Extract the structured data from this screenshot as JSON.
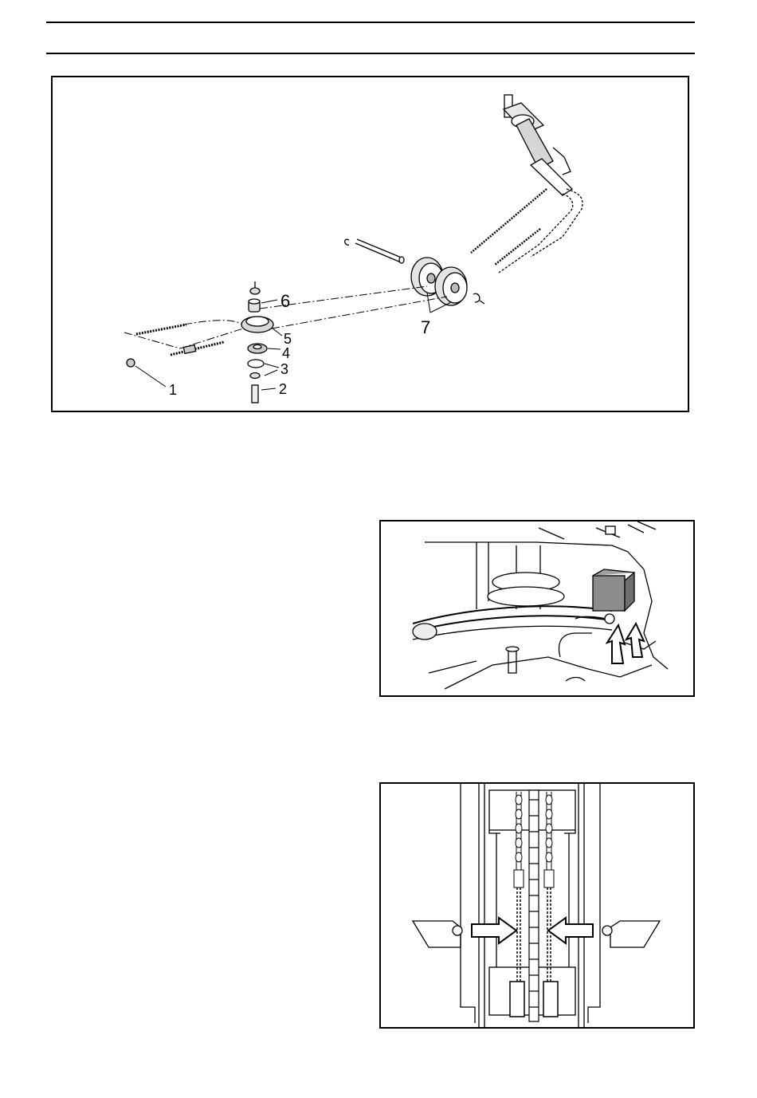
{
  "figure1": {
    "callouts": {
      "c1": "1",
      "c2": "2",
      "c3": "3",
      "c4": "4",
      "c5": "5",
      "c6": "6",
      "c7": "7"
    }
  }
}
